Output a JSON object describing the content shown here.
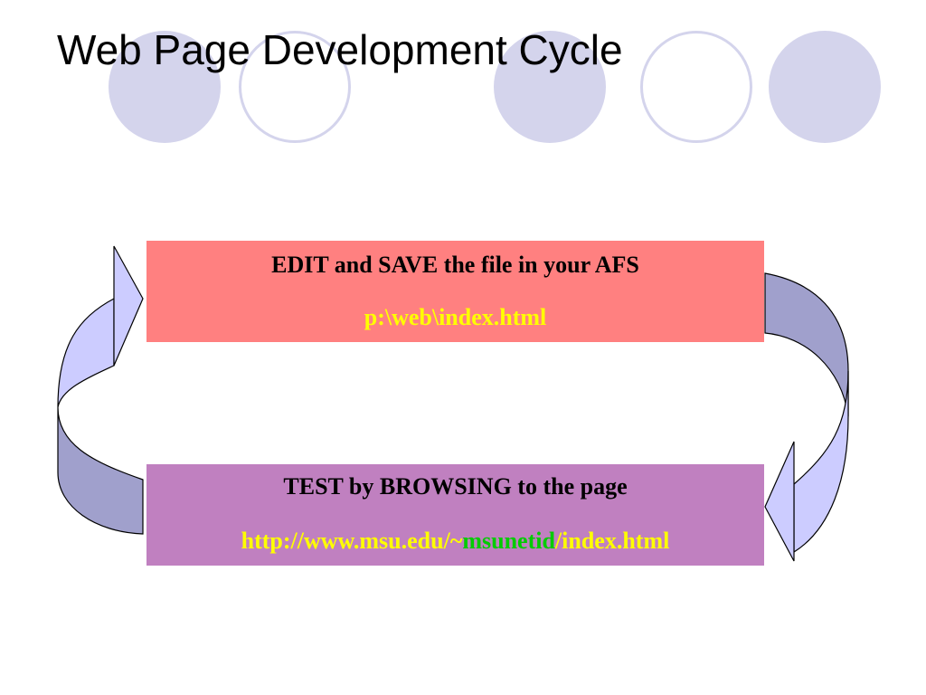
{
  "slide": {
    "title": "Web Page Development Cycle"
  },
  "steps": {
    "edit": {
      "heading": "EDIT and SAVE the file in your AFS",
      "path": "p:\\web\\index.html"
    },
    "test": {
      "heading": "TEST by BROWSING to the page",
      "url_prefix": "http://www.msu.edu/~",
      "url_highlight": "msunetid",
      "url_suffix": "/index.html"
    }
  },
  "colors": {
    "edit_box": "#ff8080",
    "test_box": "#c080c0",
    "path_text": "#ffff00",
    "highlight_text": "#00cc00",
    "arrow_light": "#ccccff",
    "arrow_dark": "#a0a0cc",
    "decor_circles": "#d4d4ec"
  },
  "icons": {
    "left_arrow": "curved-arrow-up-icon",
    "right_arrow": "curved-arrow-down-icon"
  }
}
